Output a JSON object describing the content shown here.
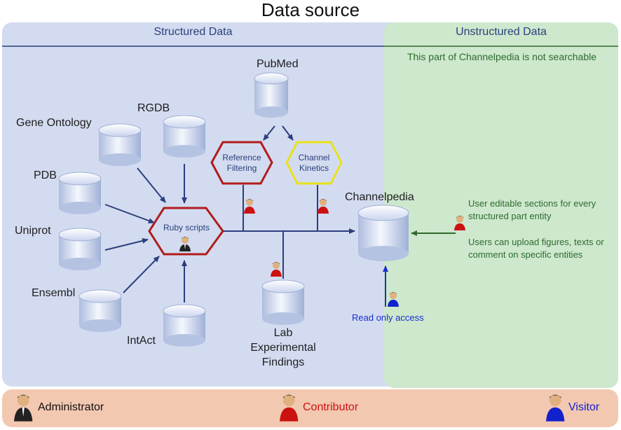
{
  "title": "Data source",
  "structured": {
    "heading": "Structured Data"
  },
  "unstructured": {
    "heading": "Unstructured Data",
    "note": "This part of Channelpedia is not searchable",
    "editable_line1": "User editable sections for every",
    "editable_line2": "structured part entity",
    "upload_line1": "Users can upload figures, texts or",
    "upload_line2": "comment on specific entities"
  },
  "sources": {
    "pubmed": "PubMed",
    "rgdb": "RGDB",
    "gene_ontology": "Gene Ontology",
    "pdb": "PDB",
    "uniprot": "Uniprot",
    "ensembl": "Ensembl",
    "intact": "IntAct"
  },
  "processes": {
    "reference_filtering_l1": "Reference",
    "reference_filtering_l2": "Filtering",
    "channel_kinetics_l1": "Channel",
    "channel_kinetics_l2": "Kinetics",
    "ruby_scripts": "Ruby scripts"
  },
  "lab": {
    "l1": "Lab",
    "l2": "Experimental",
    "l3": "Findings"
  },
  "channelpedia": "Channelpedia",
  "read_only": "Read only access",
  "legend": {
    "administrator": "Administrator",
    "contributor": "Contributor",
    "visitor": "Visitor"
  },
  "colors": {
    "structured_bg": "#d3dbf0",
    "unstructured_bg": "#cde8cd",
    "legend_bg": "#f3c8b0",
    "arrow_blue": "#2b3f7c",
    "arrow_green": "#2f6b2f",
    "hex_red": "#b01c1c",
    "hex_yellow": "#e8e21a",
    "contributor": "#cc1111",
    "visitor": "#1122cc"
  }
}
